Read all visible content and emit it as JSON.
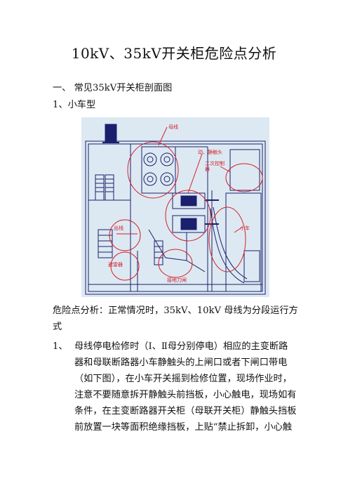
{
  "doc": {
    "title": "10kV、35kV开关柜危险点分析",
    "section1_heading": "一、 常见35kV开关柜剖面图",
    "subsection1_heading": "1、小车型"
  },
  "figure": {
    "labels": {
      "busbar": "母线",
      "contacts": "动、静触头",
      "secondary_control": "二次控制",
      "secondary_control_2": "器",
      "outgoing_line": "出线",
      "cart": "小车",
      "arrester": "避雷器",
      "grounding_knife": "接地刀闸"
    },
    "colors": {
      "background": "#dde9f2",
      "line": "#1a1f6e",
      "label": "#d4202a"
    }
  },
  "body": {
    "analysis_line1": "危险点分析：正常情况时，35kV、10kV  母线为分段运行方",
    "analysis_line2": "式",
    "item1_number": "1、",
    "item1_lines": [
      "母线停电检修时（Ⅰ、Ⅱ母分别停电）相应的主变断路",
      "器和母联断路器小车静触头的上闸口或者下闸口带电",
      "（如下图），在小车开关摇到检修位置，现场作业时，",
      "注意不要随意拆开静触头前挡板，小心触电，现场如有",
      "条件，在主变断路器开关柜（母联开关柜）静触头挡板",
      "前放置一块等面积绝缘挡板，上贴“禁止拆卸，小心触"
    ]
  }
}
